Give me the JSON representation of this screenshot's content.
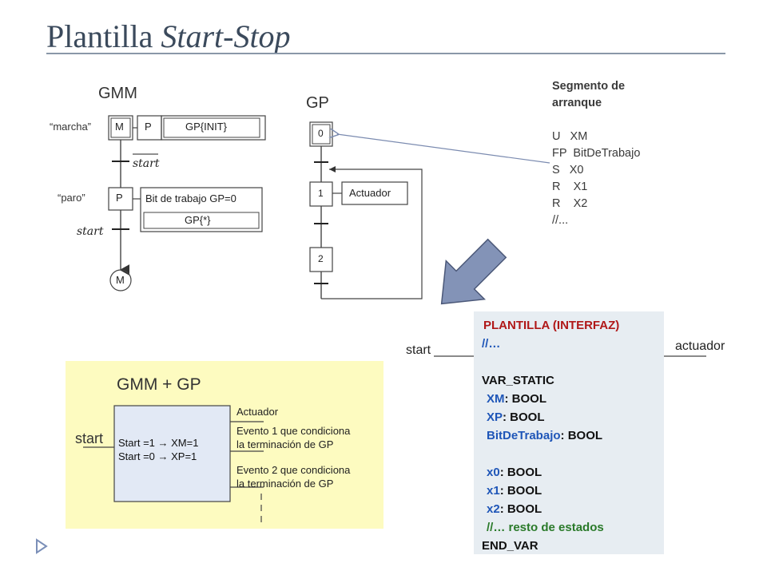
{
  "title": {
    "plain": "Plantilla ",
    "italic": "Start-Stop"
  },
  "gmm": {
    "label": "GMM",
    "marcha_label": "“marcha”",
    "paro_label": "“paro”",
    "step_m": "M",
    "step_p": "P",
    "step_p2": "P",
    "end_m": "M",
    "action_gp_init": "GP{INIT}",
    "action_bit": "Bit de trabajo GP=0",
    "action_gp_star": "GP{*}",
    "transition_not_start": "start",
    "transition_start": "start"
  },
  "gp": {
    "label": "GP",
    "step0": "0",
    "step1": "1",
    "step2": "2",
    "action": "Actuador"
  },
  "segment": {
    "title_line1": "Segmento de",
    "title_line2": "arranque",
    "lines": [
      "U   XM",
      "FP  BitDeTrabajo",
      "S   X0",
      "R    X1",
      "R    X2",
      "//..."
    ]
  },
  "code": {
    "header": "PLANTILLA (INTERFAZ)",
    "comment1": "//…",
    "var_static": "VAR_STATIC",
    "vars": [
      {
        "name": "XM",
        "type": ": BOOL"
      },
      {
        "name": "XP",
        "type": ": BOOL"
      },
      {
        "name": "BitDeTrabajo",
        "type": ": BOOL"
      },
      {
        "name": "x0",
        "type": ": BOOL"
      },
      {
        "name": "x1",
        "type": ": BOOL"
      },
      {
        "name": "x2",
        "type": ": BOOL"
      }
    ],
    "rest_comment": "//… resto de estados",
    "end_var": "END_VAR"
  },
  "io": {
    "start": "start",
    "actuador": "actuador"
  },
  "combined": {
    "title": "GMM + GP",
    "input": "start",
    "rule1": "Start =1 → XM=1",
    "rule2": "Start =0 → XP=1",
    "out1": "Actuador",
    "out2_l1": "Evento 1 que condiciona",
    "out2_l2": "la terminación de GP",
    "out3_l1": "Evento 2 que condiciona",
    "out3_l2": "la terminación de GP"
  },
  "colors": {
    "title": "#3b4a5c",
    "arrow_fill": "#8393b7",
    "panel_bg": "#e7edf2",
    "yellow": "#fdfbc0"
  }
}
